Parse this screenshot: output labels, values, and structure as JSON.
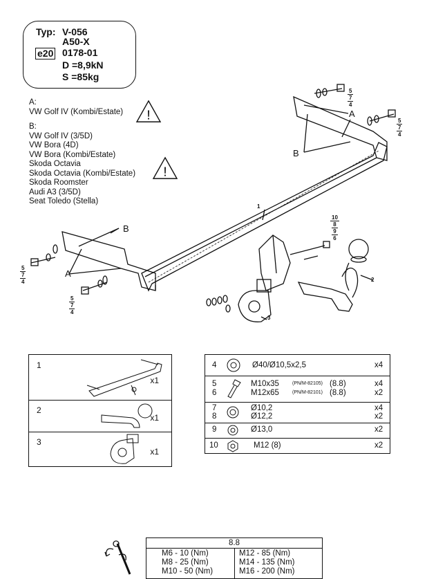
{
  "type_box": {
    "typ_label": "Typ:",
    "model": "V-056",
    "variant": "A50-X",
    "approval_mark": "e20",
    "approval_number": "0178-01",
    "d_value": "D =8,9kN",
    "s_value": "S =85kg"
  },
  "vehicles": {
    "group_a_label": "A:",
    "group_a": [
      "VW Golf IV (Kombi/Estate)"
    ],
    "group_b_label": "B:",
    "group_b": [
      "VW Golf IV (3/5D)",
      "VW Bora (4D)",
      "VW Bora (Kombi/Estate)",
      "Skoda Octavia",
      "Skoda Octavia (Kombi/Estate)",
      "Skoda Roomster",
      "Audi A3 (3/5D)",
      "Seat Toledo (Stella)"
    ]
  },
  "warning_glyph": "!",
  "diagram": {
    "label_a": "A",
    "label_b": "B",
    "part_1": "1",
    "part_2": "2",
    "part_3": "3",
    "stack_574": [
      "5",
      "7",
      "4"
    ],
    "stack_10986": [
      "10",
      "8",
      "9",
      "6"
    ]
  },
  "parts_left": [
    {
      "num": "1",
      "qty": "x1"
    },
    {
      "num": "2",
      "qty": "x1"
    },
    {
      "num": "3",
      "qty": "x1"
    }
  ],
  "parts_right": [
    {
      "num": "4",
      "desc": "Ø40/Ø10,5x2,5",
      "qty": "x4"
    },
    {
      "num1": "5",
      "num2": "6",
      "desc1": "M10x35",
      "desc2": "M12x65",
      "pn1": "(PN/M-82105)",
      "pn2": "(PN/M-82101)",
      "grade1": "(8.8)",
      "grade2": "(8.8)",
      "qty1": "x4",
      "qty2": "x2"
    },
    {
      "num1": "7",
      "num2": "8",
      "desc1": "Ø10,2",
      "desc2": "Ø12,2",
      "qty1": "x4",
      "qty2": "x2"
    },
    {
      "num": "9",
      "desc": "Ø13,0",
      "qty": "x2"
    },
    {
      "num": "10",
      "desc": "M12 (8)",
      "qty": "x2"
    }
  ],
  "torque": {
    "header": "8.8",
    "left": [
      "M6  -  10 (Nm)",
      "M8  -  25 (Nm)",
      "M10  -  50 (Nm)"
    ],
    "right": [
      "M12  -  85 (Nm)",
      "M14  -  135 (Nm)",
      "M16  -  200 (Nm)"
    ]
  }
}
